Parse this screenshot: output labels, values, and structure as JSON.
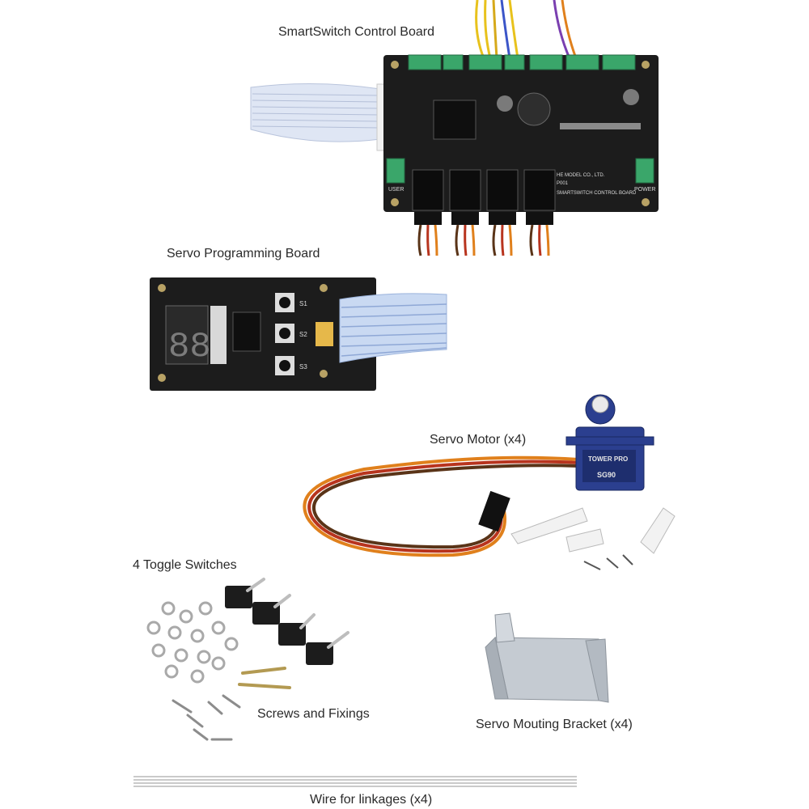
{
  "labels": {
    "control_board": "SmartSwitch Control Board",
    "programming_board": "Servo Programming Board",
    "servo_motor": "Servo Motor (x4)",
    "toggle_switches": "4 Toggle Switches",
    "screws": "Screws and Fixings",
    "bracket": "Servo Mouting Bracket (x4)",
    "wire": "Wire for linkages (x4)"
  },
  "pcb_text": {
    "user": "USER",
    "power": "POWER",
    "maker": "HE MODEL CO., LTD.",
    "model": "P001",
    "board": "SMARTSWITCH CONTROL BOARD",
    "s1": "S1",
    "s2": "S2",
    "s3": "S3",
    "display": "88"
  },
  "servo_text": {
    "brand": "TOWER PRO",
    "model": "SG90"
  },
  "colors": {
    "pcb": "#1c1c1c",
    "terminal_green": "#3aa66a",
    "ribbon": "#c9d9f2",
    "servo_blue": "#2b3f8f",
    "wire_orange": "#e0801c",
    "wire_red": "#b8341e",
    "wire_brown": "#5a3418"
  }
}
